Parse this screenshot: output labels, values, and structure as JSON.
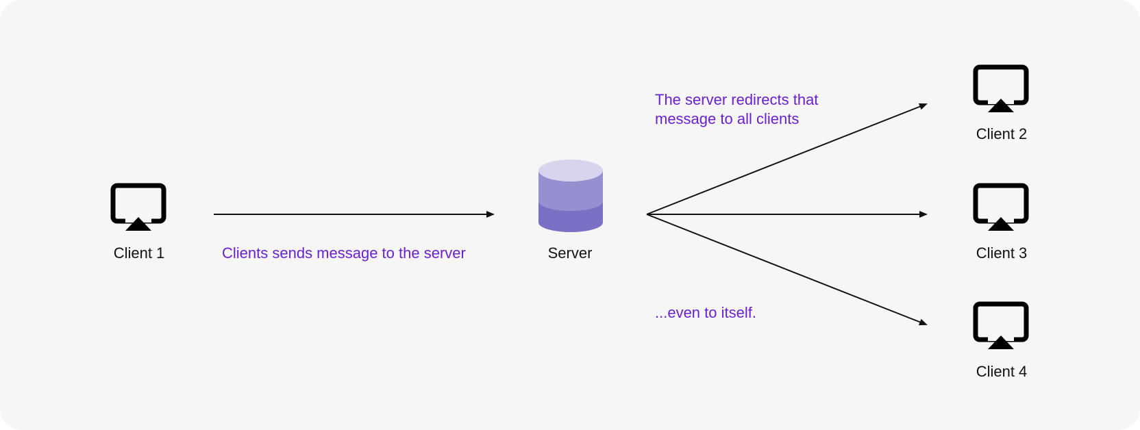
{
  "nodes": {
    "client1": {
      "label": "Client 1",
      "icon": "screen-share-icon"
    },
    "client2": {
      "label": "Client 2",
      "icon": "screen-share-icon"
    },
    "client3": {
      "label": "Client 3",
      "icon": "screen-share-icon"
    },
    "client4": {
      "label": "Client 4",
      "icon": "screen-share-icon"
    },
    "server": {
      "label": "Server",
      "icon": "database-icon"
    }
  },
  "captions": {
    "send": "Clients sends message to the server",
    "redirect_line1": "The server redirects that",
    "redirect_line2": "message to all clients",
    "itself": "...even to itself."
  },
  "colors": {
    "background": "#f6f6f6",
    "caption": "#6a1fd0",
    "db_top": "#d9d4ee",
    "db_mid": "#988fd1",
    "db_bottom": "#7b70c3"
  }
}
